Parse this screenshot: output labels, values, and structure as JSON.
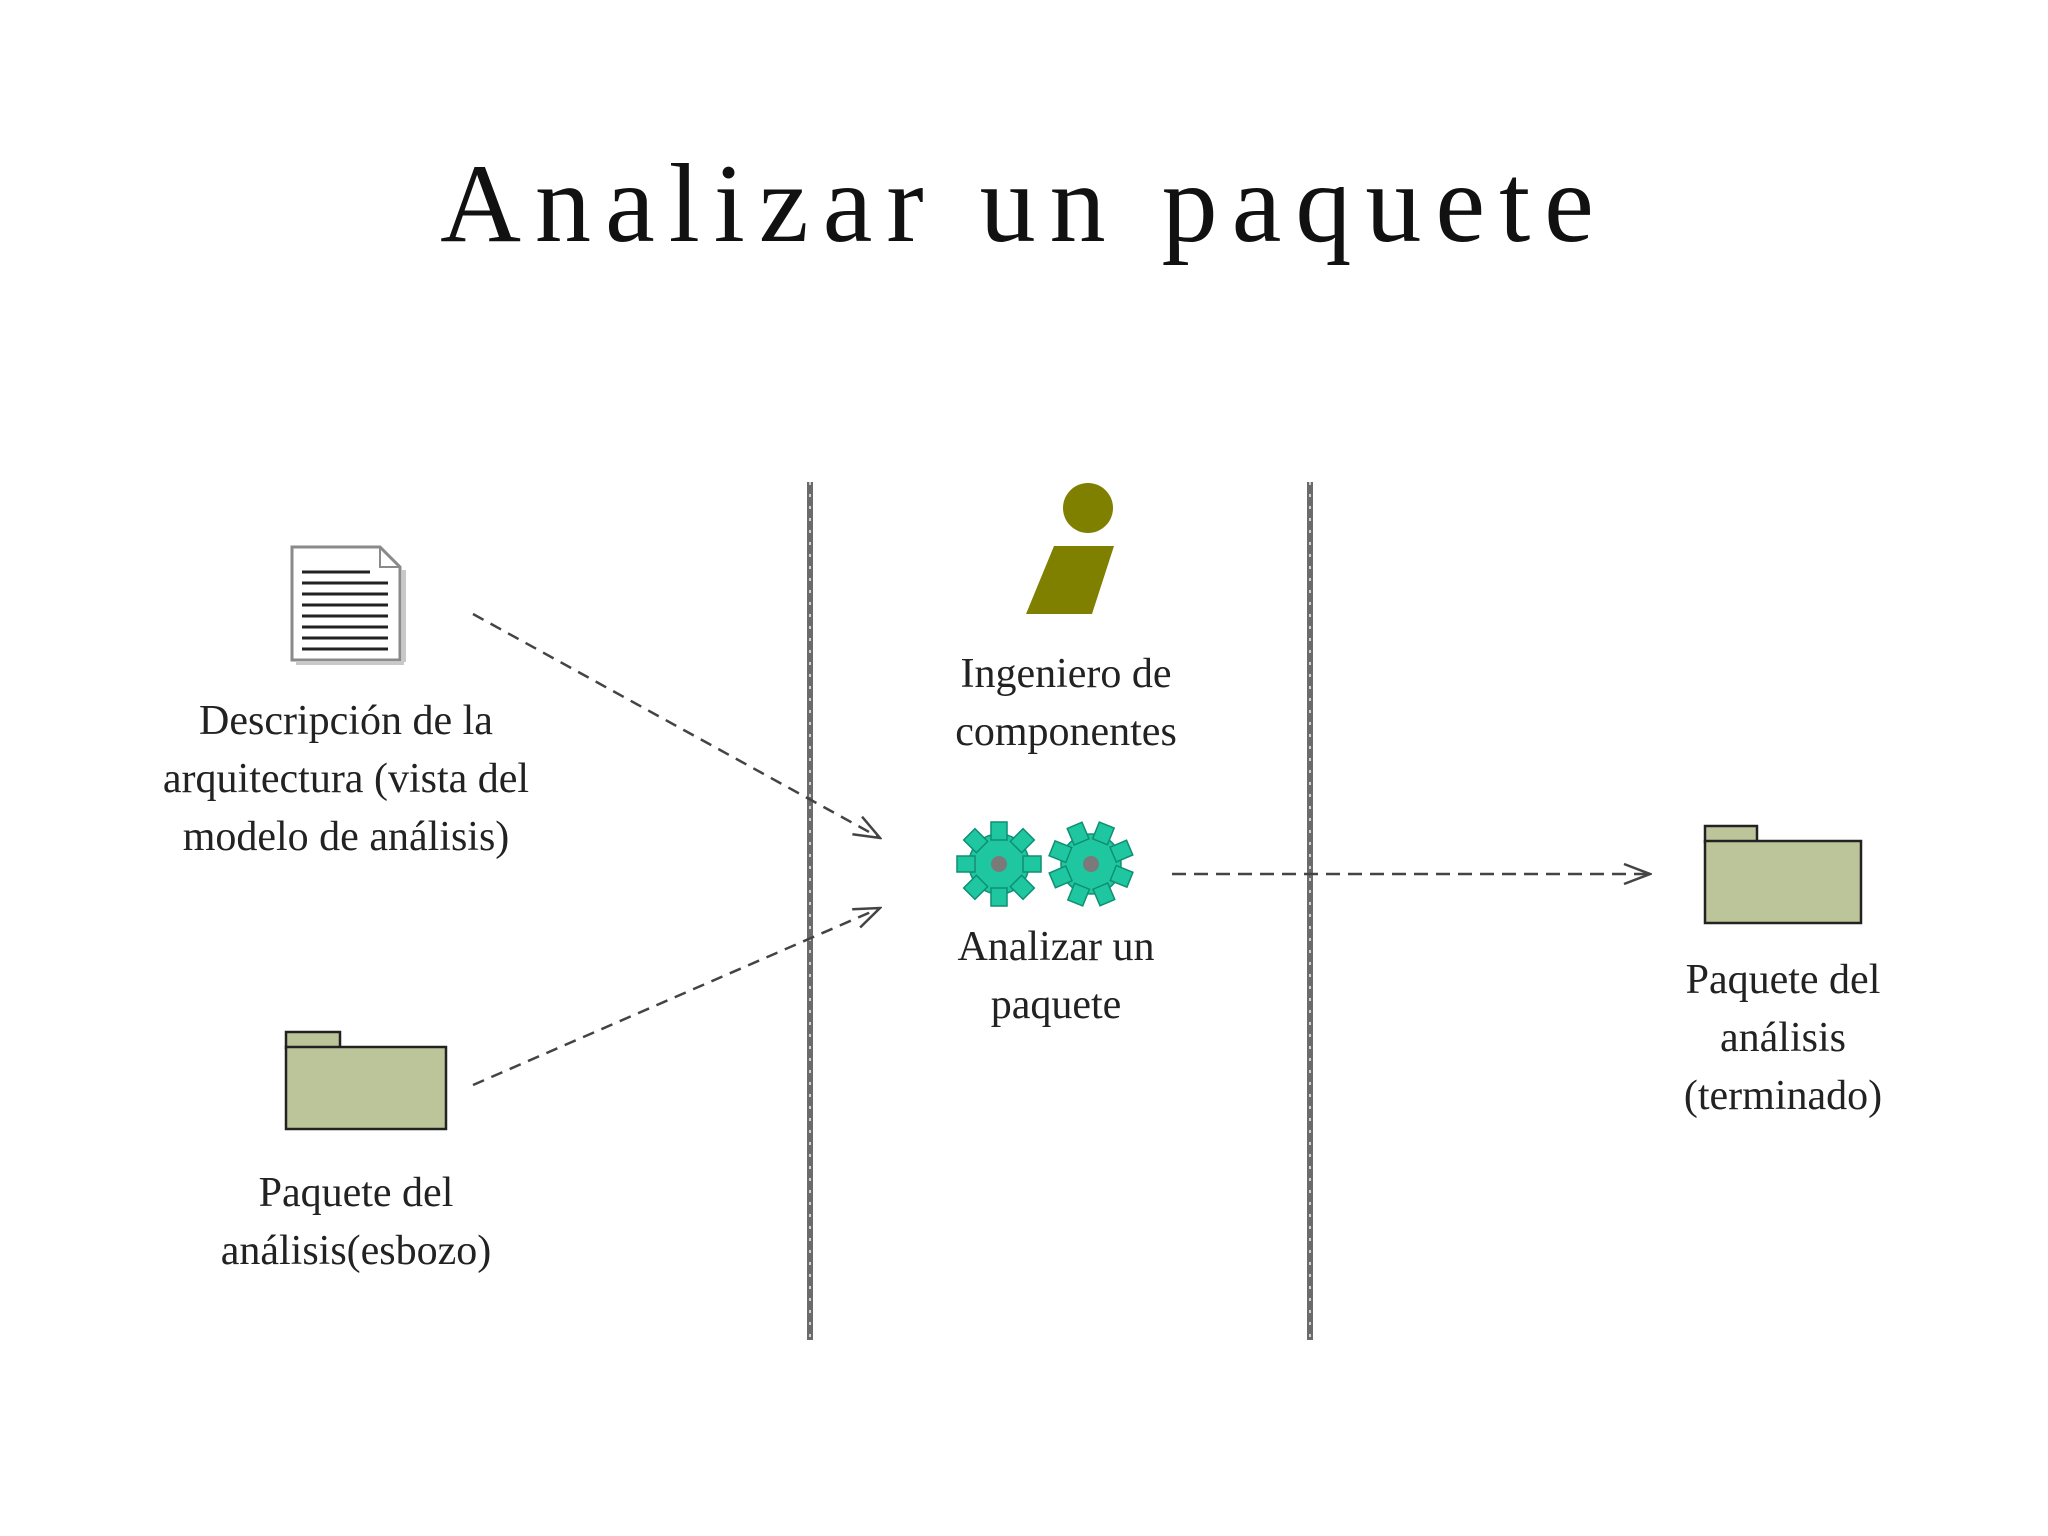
{
  "title": "Analizar un paquete",
  "colors": {
    "folder_fill": "#bcc49a",
    "worker_fill": "#7f7f00",
    "gear_fill": "#1fc7a0",
    "line": "#555555"
  },
  "nodes": {
    "architecture_doc": {
      "icon": "document-icon",
      "lines": [
        "Descripción de la",
        "arquitectura (vista del",
        "modelo de análisis)"
      ]
    },
    "package_draft": {
      "icon": "folder-icon",
      "lines": [
        "Paquete del",
        "análisis(esbozo)"
      ]
    },
    "worker": {
      "icon": "worker-icon",
      "lines": [
        "Ingeniero de",
        "componentes"
      ]
    },
    "activity": {
      "icon": "gears-icon",
      "lines": [
        "Analizar un",
        "paquete"
      ]
    },
    "package_done": {
      "icon": "folder-icon",
      "lines": [
        "Paquete del",
        "análisis",
        "(terminado)"
      ]
    }
  }
}
